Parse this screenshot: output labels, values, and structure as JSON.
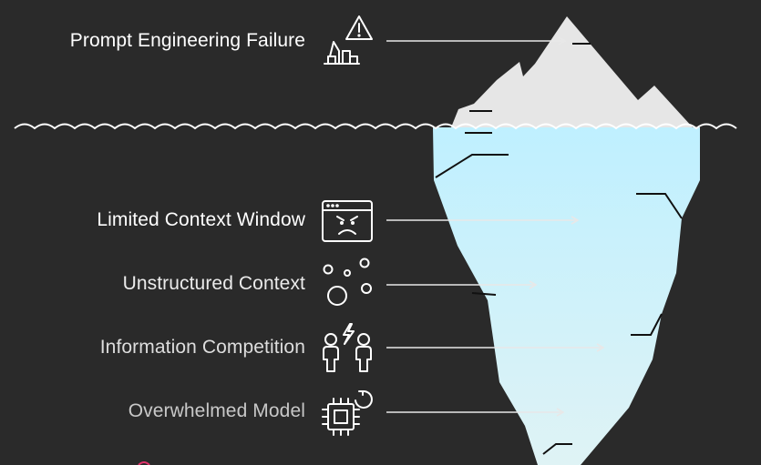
{
  "diagram": {
    "items": [
      {
        "label": "Prompt Engineering Failure",
        "icon": "hazard-icon",
        "color": "#ffffff"
      },
      {
        "label": "Limited Context Window",
        "icon": "angry-window-icon",
        "color": "#ffffff"
      },
      {
        "label": "Unstructured Context",
        "icon": "bubbles-icon",
        "color": "#ebebeb"
      },
      {
        "label": "Information Competition",
        "icon": "conflict-icon",
        "color": "#dddddd"
      },
      {
        "label": "Overwhelmed Model",
        "icon": "chip-cycle-icon",
        "color": "#c8c8c8"
      }
    ]
  },
  "colors": {
    "background": "#2a2a2a",
    "iceberg_top": "#e6e6e6",
    "iceberg_underwater_top": "#bff0ff",
    "iceberg_underwater_bottom": "#dff2f4",
    "water_line": "#ffffff"
  }
}
